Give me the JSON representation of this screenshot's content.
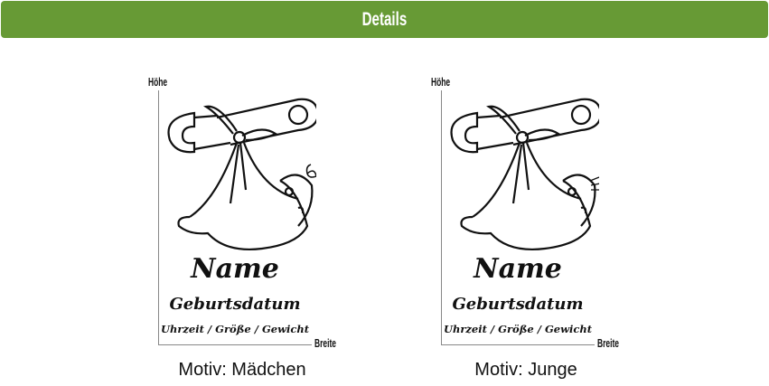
{
  "header": {
    "title": "Details",
    "color": "#679a35"
  },
  "panels": [
    {
      "height_label": "Höhe",
      "width_label": "Breite",
      "name": "Name",
      "date": "Geburtsdatum",
      "info": "Uhrzeit / Größe / Gewicht",
      "caption": "Motiv: Mädchen",
      "icon": "baby-girl-with-bow"
    },
    {
      "height_label": "Höhe",
      "width_label": "Breite",
      "name": "Name",
      "date": "Geburtsdatum",
      "info": "Uhrzeit / Größe / Gewicht",
      "caption": "Motiv: Junge",
      "icon": "baby-boy-with-hair"
    }
  ]
}
